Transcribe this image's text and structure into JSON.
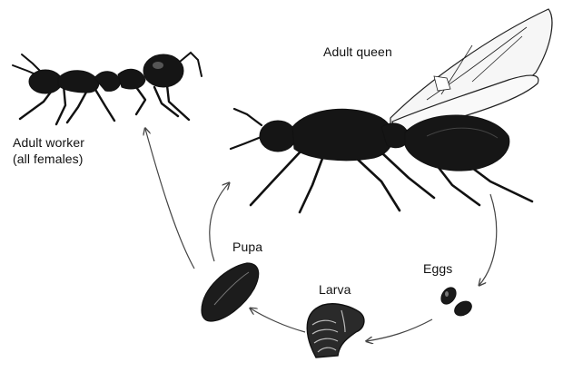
{
  "labels": {
    "adult_worker_line1": "Adult worker",
    "adult_worker_line2": "(all females)",
    "adult_queen": "Adult queen",
    "pupa": "Pupa",
    "larva": "Larva",
    "eggs": "Eggs"
  },
  "stages": [
    {
      "name": "Adult queen",
      "icon": "winged-queen-ant"
    },
    {
      "name": "Eggs",
      "icon": "egg-cluster"
    },
    {
      "name": "Larva",
      "icon": "larva-grub"
    },
    {
      "name": "Pupa",
      "icon": "pupa-cocoon"
    },
    {
      "name": "Adult worker",
      "icon": "worker-ant"
    }
  ],
  "colors": {
    "ink": "#111111",
    "arrow": "#444444",
    "wing": "#f6f6f6"
  }
}
